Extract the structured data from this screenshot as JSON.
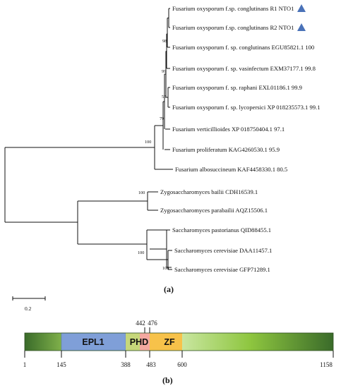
{
  "tree": {
    "leaves": [
      {
        "label": "Fusarium oxysporum f.sp. conglutinans R1 NTO1",
        "marker": "triangle"
      },
      {
        "label": "Fusarium oxysporum f.sp. conglutinans R2 NTO1",
        "marker": "triangle"
      },
      {
        "label": "Fusarium oxysporum f. sp. conglutinans EGU85821.1 100"
      },
      {
        "label": "Fusarium oxysporum f. sp. vasinfectum EXM37177.1 99.8"
      },
      {
        "label": "Fusarium oxysporum f. sp. raphani EXL01186.1 99.9"
      },
      {
        "label": "Fusarium oxysporum f. sp. lycopersici XP 018235573.1 99.1"
      },
      {
        "label": "Fusarium verticillioides XP 018750404.1 97.1"
      },
      {
        "label": "Fusarium proliferatum KAG4260530.1 95.9"
      },
      {
        "label": "Fusarium albosuccineum KAF4458330.1 80.5"
      },
      {
        "label": "Zygosaccharomyces bailii CDH16539.1"
      },
      {
        "label": "Zygosaccharomyces parabailii AQZ15506.1"
      },
      {
        "label": "Saccharomyces pastorianus QID88455.1"
      },
      {
        "label": "Saccharomyces cerevisiae DAA11457.1"
      },
      {
        "label": "Saccharomyces cerevisiae GFP71289.1"
      }
    ],
    "bootstrap": [
      "98",
      "99",
      "55",
      "79",
      "100",
      "100",
      "100",
      "100"
    ],
    "panel_label": "(a)",
    "scale_label": "0.2"
  },
  "domains": {
    "length_start": "1",
    "segments": [
      {
        "name": "EPL1",
        "color": "#7f9fd8"
      },
      {
        "name": "PHD",
        "color": "#f4a8a0"
      },
      {
        "name": "ZF",
        "color": "#f7c24a"
      }
    ],
    "positions": [
      "1",
      "145",
      "388",
      "442",
      "476",
      "483",
      "600",
      "1158"
    ],
    "panel_label": "(b)",
    "colors": {
      "bar_dark": "#3a6b2a",
      "bar_mid": "#8ec63f",
      "bar_light": "#c9e6a0"
    }
  }
}
